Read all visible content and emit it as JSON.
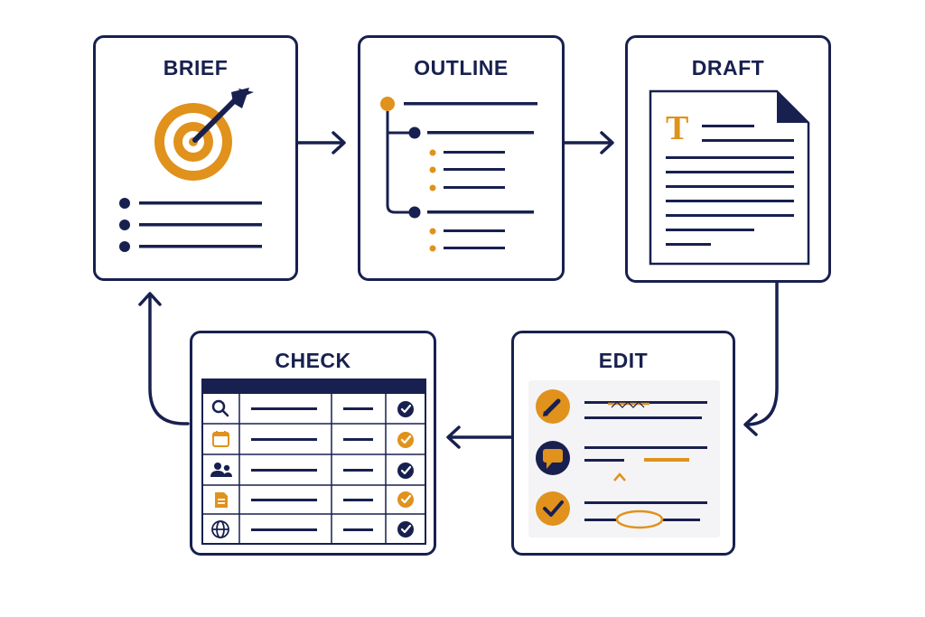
{
  "colors": {
    "navy": "#18204f",
    "gold": "#e0921c",
    "panel": "#f4f4f6"
  },
  "stages": {
    "brief": {
      "title": "BRIEF",
      "icon": "target-arrow-icon"
    },
    "outline": {
      "title": "OUTLINE",
      "icon": "tree-outline-icon"
    },
    "draft": {
      "title": "DRAFT",
      "icon": "document-icon",
      "initial": "T"
    },
    "edit": {
      "title": "EDIT",
      "icons": [
        "pencil-icon",
        "comment-icon",
        "check-circle-icon"
      ]
    },
    "check": {
      "title": "CHECK",
      "row_icons": [
        "search-icon",
        "calendar-icon",
        "people-icon",
        "file-icon",
        "globe-icon"
      ],
      "row_status": [
        "navy",
        "gold",
        "navy",
        "gold",
        "navy"
      ]
    }
  },
  "flow": [
    "brief",
    "outline",
    "draft",
    "edit",
    "check",
    "brief"
  ]
}
